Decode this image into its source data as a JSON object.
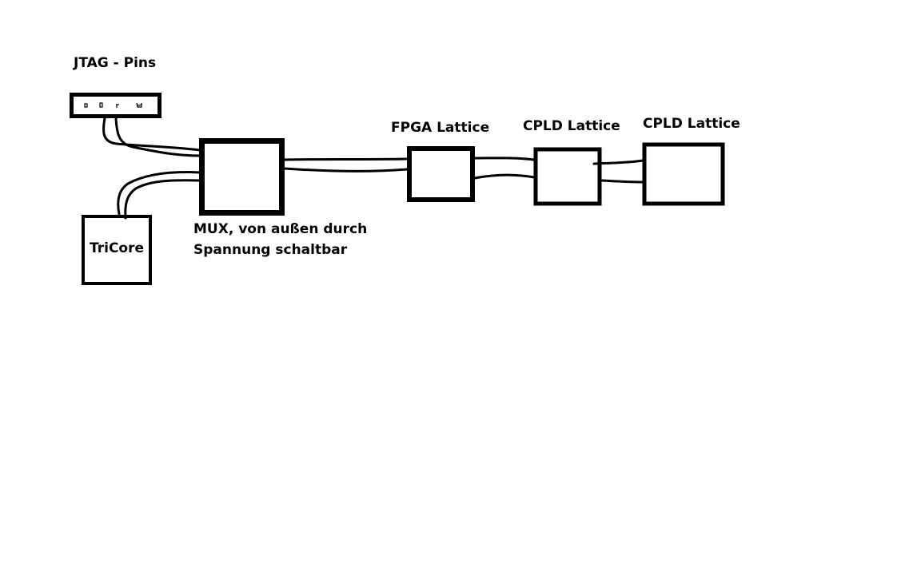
{
  "diagram": {
    "labels": {
      "jtag": "JTAG - Pins",
      "fpga": "FPGA Lattice",
      "cpld1": "CPLD Lattice",
      "cpld2": "CPLD Lattice",
      "mux_line1": "MUX, von außen durch",
      "mux_line2": "Spannung schaltbar",
      "tricore": "TriCore"
    },
    "colors": {
      "stroke": "#000000",
      "background": "#ffffff"
    }
  }
}
